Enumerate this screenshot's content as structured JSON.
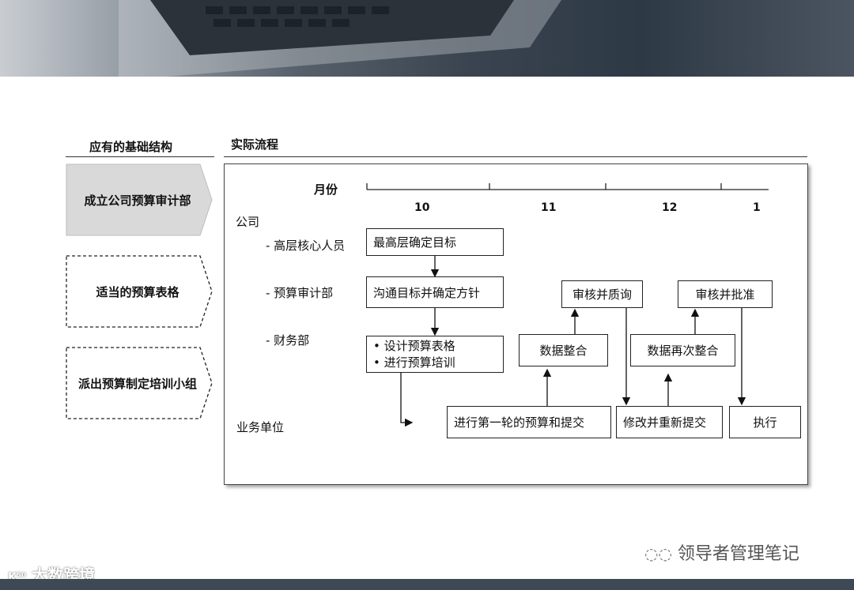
{
  "left_header": "应有的基础结构",
  "right_header": "实际流程",
  "structure_items": [
    {
      "label": "成立公司预算审计部",
      "style": "solid"
    },
    {
      "label": "适当的预算表格",
      "style": "dashed"
    },
    {
      "label": "派出预算制定培训小组",
      "style": "dashed"
    }
  ],
  "timeline": {
    "title": "月份",
    "months": [
      "10",
      "11",
      "12",
      "1"
    ]
  },
  "rows": {
    "company": "公司",
    "senior": "- 高层核心人员",
    "audit": "- 预算审计部",
    "finance": "- 财务部",
    "business": "业务单位"
  },
  "boxes": {
    "set_goal": "最高层确定目标",
    "communicate": "沟通目标并确定方针",
    "design_1": "设计预算表格",
    "design_2": "进行预算培训",
    "first_round": "进行第一轮的预算和提交",
    "consolidate": "数据整合",
    "review_query": "审核并质询",
    "revise": "修改并重新提交",
    "reconsolidate": "数据再次整合",
    "approve": "审核并批准",
    "execute": "执行"
  },
  "watermark_right": "领导者管理笔记",
  "watermark_left": "大数跨境"
}
